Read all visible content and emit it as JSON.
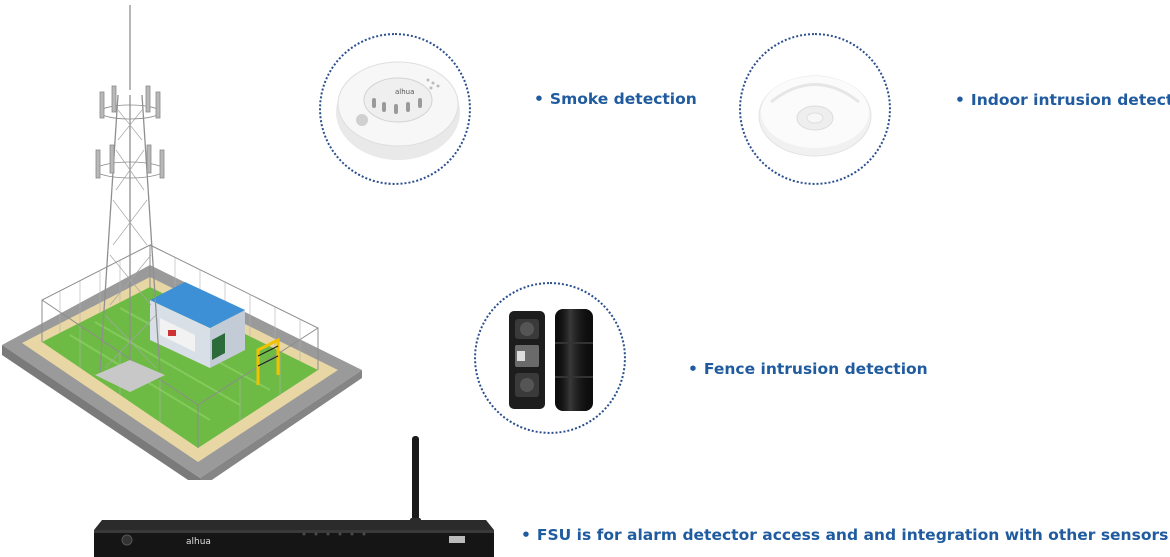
{
  "labels": {
    "smoke": "Smoke detection",
    "indoor": "Indoor intrusion detection",
    "fence": "Fence intrusion detection",
    "fsu": "FSU is for alarm detector access and and integration with other sensors"
  },
  "bullet": "•",
  "device_brand": "alhua",
  "colors": {
    "label": "#1f5b9e",
    "circle": "#2b4f8f"
  },
  "icons": {
    "tower": "cell-tower-site-illustration",
    "smoke": "smoke-detector-icon",
    "indoor": "ceiling-motion-sensor-icon",
    "fence": "beam-detector-icon",
    "fsu": "fsu-device-icon"
  }
}
